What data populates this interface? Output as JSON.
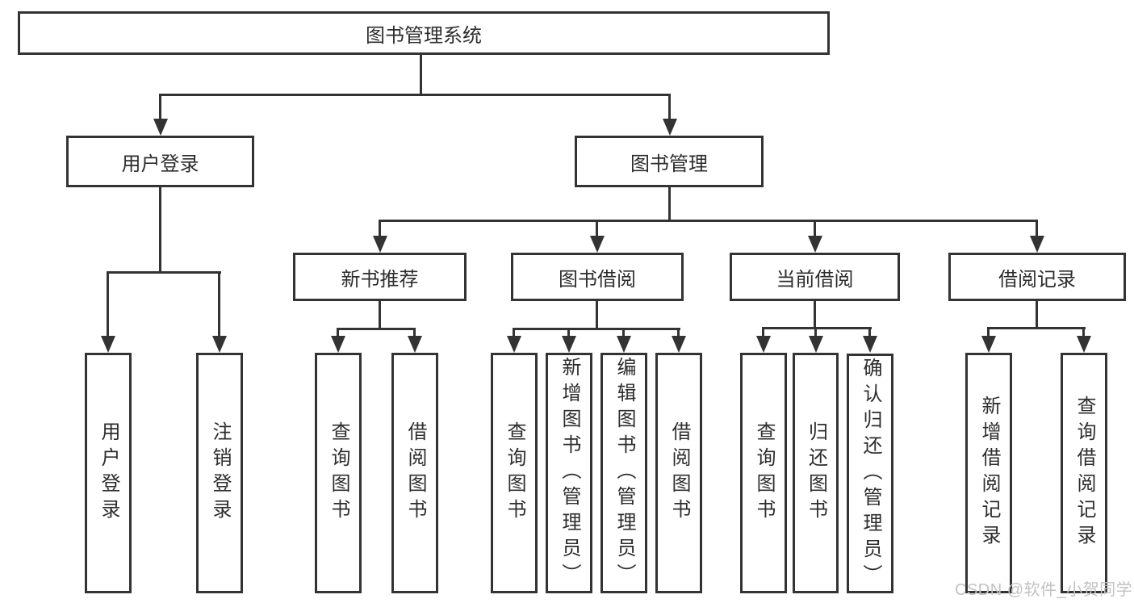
{
  "diagram_title": "图书管理系统",
  "tree": {
    "root": {
      "label": "图书管理系统"
    },
    "branches": [
      {
        "label": "用户登录",
        "children": [
          {
            "label": "用户登录"
          },
          {
            "label": "注销登录"
          }
        ]
      },
      {
        "label": "图书管理",
        "children": [
          {
            "label": "新书推荐",
            "children": [
              {
                "label": "查询图书"
              },
              {
                "label": "借阅图书"
              }
            ]
          },
          {
            "label": "图书借阅",
            "children": [
              {
                "label": "查询图书"
              },
              {
                "label": "新增图书（管理员）"
              },
              {
                "label": "编辑图书（管理员）"
              },
              {
                "label": "借阅图书"
              }
            ]
          },
          {
            "label": "当前借阅",
            "children": [
              {
                "label": "查询图书"
              },
              {
                "label": "归还图书"
              },
              {
                "label": "确认归还（管理员）"
              }
            ]
          },
          {
            "label": "借阅记录",
            "children": [
              {
                "label": "新增借阅记录"
              },
              {
                "label": "查询借阅记录"
              }
            ]
          }
        ]
      }
    ]
  },
  "watermark": {
    "text": "CSDN @软件_小贺同学"
  },
  "colors": {
    "line": "#333333",
    "text": "#2d2d2d",
    "box_background": "#ffffff",
    "watermark": "#c2c2c2"
  }
}
